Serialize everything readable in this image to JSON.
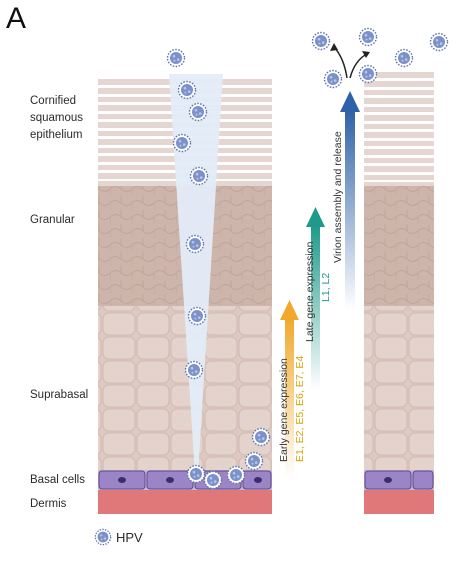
{
  "panel_label": "A",
  "layers": {
    "cornified": "Cornified squamous epithelium",
    "cornified_lines": [
      "Cornified",
      "squamous",
      "epithelium"
    ],
    "granular": "Granular",
    "suprabasal": "Suprabasal",
    "basal": "Basal cells",
    "dermis": "Dermis"
  },
  "legend": {
    "label": "HPV",
    "icon": "hpv-virion-icon"
  },
  "arrows": [
    {
      "stage": "early",
      "title": "Early gene expression",
      "genes": "E1, E2, E5, E6, E7, E4",
      "color": "#f0a92c",
      "gene_color": "#d9a400"
    },
    {
      "stage": "late",
      "title": "Late gene expression",
      "genes": "L1, L2",
      "color": "#1f9a8a",
      "gene_color": "#1f9a8a"
    },
    {
      "stage": "release",
      "title": "Virion assembly and release",
      "genes": "",
      "color": "#2f62a8",
      "gene_color": "#2f62a8"
    }
  ],
  "colors": {
    "cornified": "#e6d6d1",
    "granular": "#cdb5ab",
    "suprabasal": "#ddc9c1",
    "basal_cell": "#9b85c6",
    "dermis": "#e0787a",
    "wound": "#e3ecf8",
    "virion": "#7b91c9"
  }
}
